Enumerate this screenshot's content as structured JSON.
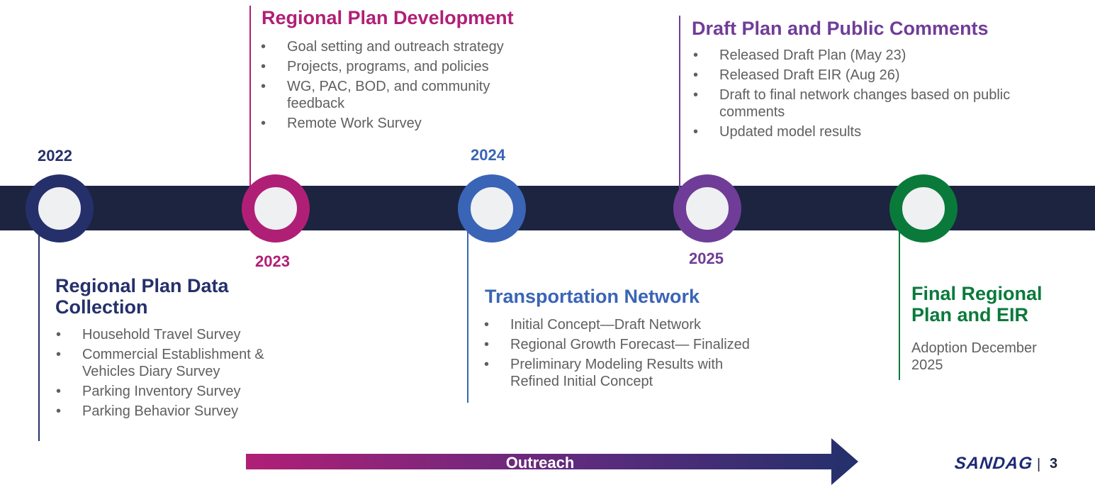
{
  "colors": {
    "navy": "#25306b",
    "magenta": "#b01f76",
    "blue": "#3a64b6",
    "purple": "#6f3d98",
    "green": "#0a7a3b",
    "band": "#1c2440"
  },
  "years": {
    "y2022": "2022",
    "y2023": "2023",
    "y2024": "2024",
    "y2025": "2025"
  },
  "phases": {
    "data_collection": {
      "title_line1": "Regional Plan Data",
      "title_line2": "Collection",
      "items": [
        "Household Travel Survey",
        "Commercial Establishment & Vehicles Diary Survey",
        "Parking Inventory Survey",
        "Parking Behavior Survey"
      ]
    },
    "plan_development": {
      "title": "Regional Plan Development",
      "items": [
        "Goal setting and outreach strategy",
        "Projects, programs, and policies",
        "WG, PAC, BOD, and community feedback",
        "Remote Work Survey"
      ]
    },
    "transportation_network": {
      "title": "Transportation Network",
      "items": [
        "Initial Concept—Draft Network",
        "Regional Growth Forecast— Finalized",
        "Preliminary Modeling Results with Refined Initial Concept"
      ]
    },
    "draft_plan": {
      "title": "Draft Plan and Public Comments",
      "items": [
        "Released Draft Plan (May 23)",
        "Released Draft EIR (Aug 26)",
        "Draft to final network changes based on public comments",
        "Updated model results"
      ]
    },
    "final_plan": {
      "title_line1": "Final Regional",
      "title_line2": "Plan and EIR",
      "text_line1": "Adoption December",
      "text_line2": "2025"
    }
  },
  "outreach_label": "Outreach",
  "logo_text": "SANDAG",
  "separator": "|",
  "page_number": "3"
}
